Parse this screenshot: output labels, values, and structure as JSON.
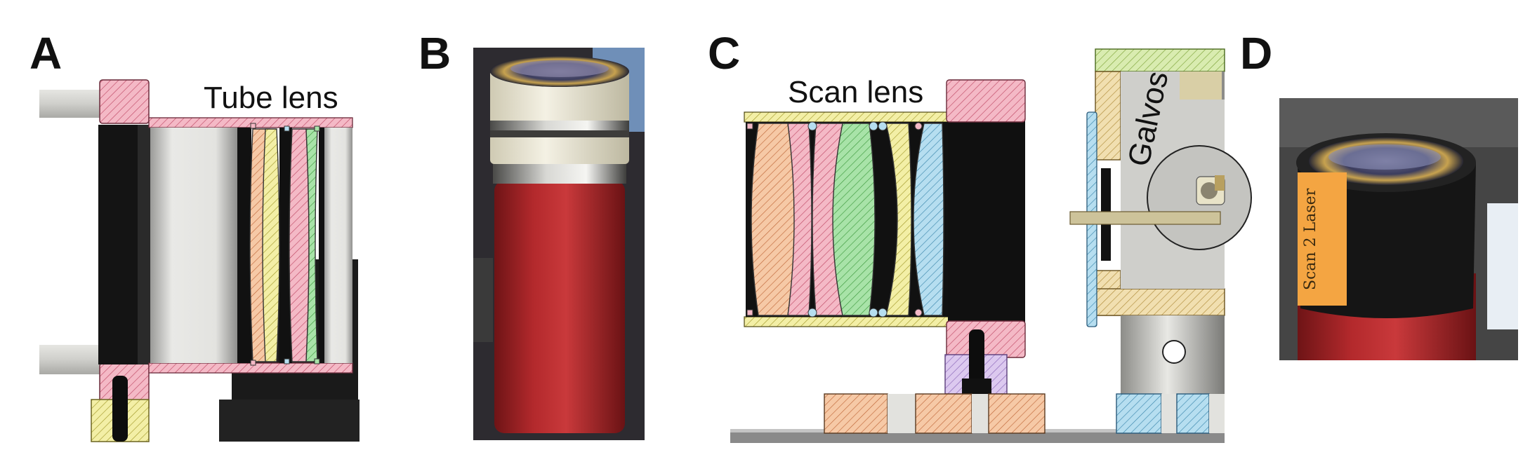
{
  "panels": {
    "a": {
      "letter": "A",
      "label": "Tube lens"
    },
    "b": {
      "letter": "B"
    },
    "c": {
      "letter": "C",
      "label_scan": "Scan lens",
      "label_galvos": "Galvos"
    },
    "d": {
      "letter": "D",
      "note_text": "Scan 2 Laser"
    }
  },
  "colors": {
    "lens_orange": "#f6c9a6",
    "lens_pink": "#f4b9c6",
    "lens_green": "#a8e3a8",
    "lens_yellow": "#f3efa6",
    "lens_blue": "#b6def0",
    "mount_tan": "#f1dfb0",
    "mount_lavender": "#dcc9ef",
    "anodized_red": "#b3292c",
    "housing_black": "#151515",
    "base_gray": "#8a8a8a"
  }
}
